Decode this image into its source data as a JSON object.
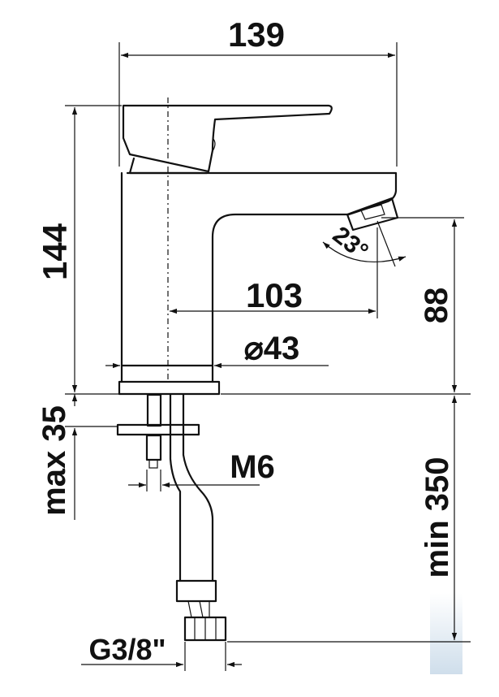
{
  "dimensions": {
    "total_reach": "139",
    "total_height": "144",
    "spout_reach": "103",
    "body_diameter": "⌀43",
    "spout_height": "88",
    "swivel_angle": "23°",
    "max_deck_thickness": "max 35",
    "min_hose_length": "min 350",
    "rod_thread": "M6",
    "connection_thread": "G3/8\""
  },
  "colors": {
    "line": "#111111",
    "watermark_bar": "#dbe6f0"
  }
}
